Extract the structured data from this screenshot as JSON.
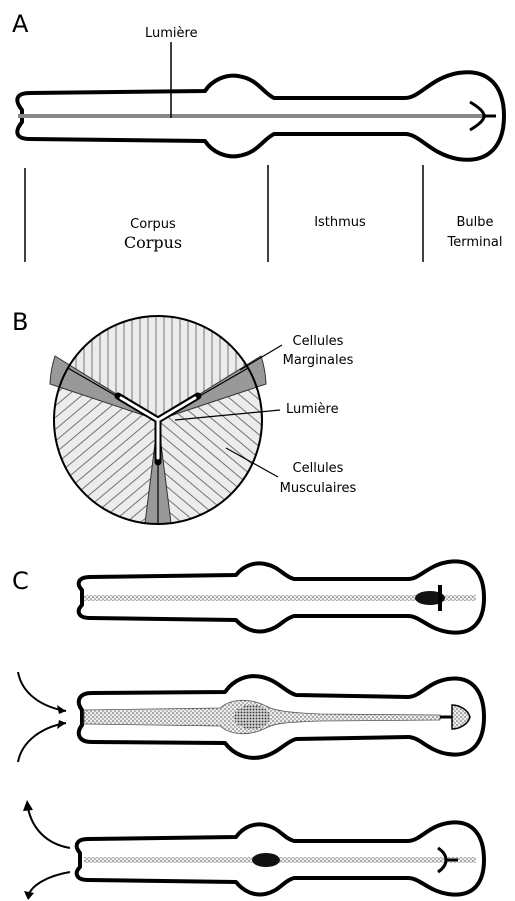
{
  "panel_a": {
    "letter": "A",
    "lumen_label": "Lumière",
    "regions": {
      "corpus_label": "Corpus",
      "corpus_label_serif": "Corpus",
      "isthmus_label": "Isthmus",
      "bulb_line1": "Bulbe",
      "bulb_line2": "Terminal"
    }
  },
  "panel_b": {
    "letter": "B",
    "marginal_line1": "Cellules",
    "marginal_line2": "Marginales",
    "lumen_label": "Lumière",
    "muscle_line1": "Cellules",
    "muscle_line2": "Musculaires"
  },
  "panel_c": {
    "letter": "C"
  }
}
